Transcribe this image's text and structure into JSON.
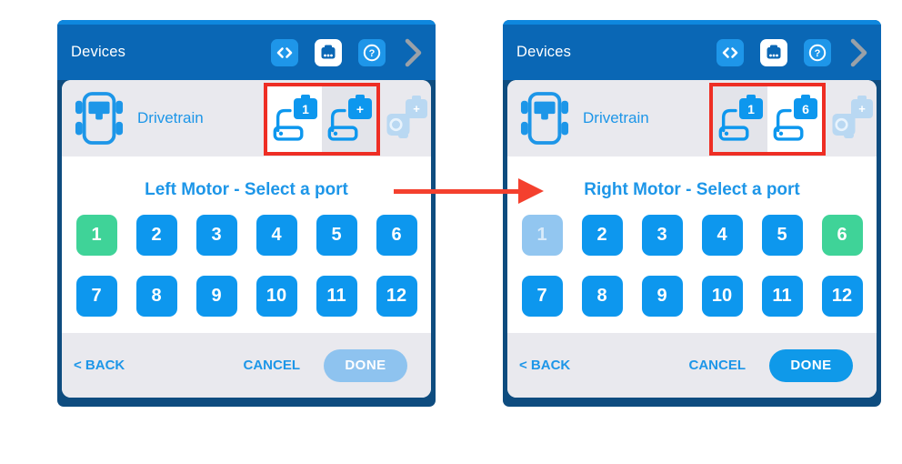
{
  "colors": {
    "accent_blue": "#1d96e8",
    "port_blue": "#0d97ee",
    "port_green": "#3fd398",
    "port_disabled": "#92c6f0",
    "header_blue": "#0a67b5",
    "header_strip_blue": "#0e87de",
    "panel_border_navy": "#0e4c7f",
    "row_gray": "#e9e9ee",
    "highlight_red": "#ee2e24",
    "arrow_red": "#f4402e",
    "done_disabled_blue": "#8ec3ef",
    "chevron_gray": "#9aa1a8"
  },
  "header_icons": [
    "code-icon",
    "brain-port-icon",
    "help-icon",
    "chevron-right-icon"
  ],
  "panels": [
    {
      "header_title": "Devices",
      "device_label": "Drivetrain",
      "tabs": [
        {
          "badge": "1",
          "selected": true
        },
        {
          "badge": "+",
          "selected": false
        }
      ],
      "gyro_badge": "+",
      "title": "Left Motor - Select a port",
      "ports": [
        {
          "label": "1",
          "state": "green"
        },
        {
          "label": "2",
          "state": "blue"
        },
        {
          "label": "3",
          "state": "blue"
        },
        {
          "label": "4",
          "state": "blue"
        },
        {
          "label": "5",
          "state": "blue"
        },
        {
          "label": "6",
          "state": "blue"
        },
        {
          "label": "7",
          "state": "blue"
        },
        {
          "label": "8",
          "state": "blue"
        },
        {
          "label": "9",
          "state": "blue"
        },
        {
          "label": "10",
          "state": "blue"
        },
        {
          "label": "11",
          "state": "blue"
        },
        {
          "label": "12",
          "state": "blue"
        }
      ],
      "footer": {
        "back": "< BACK",
        "cancel": "CANCEL",
        "done": "DONE",
        "done_enabled": false
      }
    },
    {
      "header_title": "Devices",
      "device_label": "Drivetrain",
      "tabs": [
        {
          "badge": "1",
          "selected": false
        },
        {
          "badge": "6",
          "selected": true
        }
      ],
      "gyro_badge": "+",
      "title": "Right Motor - Select a port",
      "ports": [
        {
          "label": "1",
          "state": "disabled"
        },
        {
          "label": "2",
          "state": "blue"
        },
        {
          "label": "3",
          "state": "blue"
        },
        {
          "label": "4",
          "state": "blue"
        },
        {
          "label": "5",
          "state": "blue"
        },
        {
          "label": "6",
          "state": "green"
        },
        {
          "label": "7",
          "state": "blue"
        },
        {
          "label": "8",
          "state": "blue"
        },
        {
          "label": "9",
          "state": "blue"
        },
        {
          "label": "10",
          "state": "blue"
        },
        {
          "label": "11",
          "state": "blue"
        },
        {
          "label": "12",
          "state": "blue"
        }
      ],
      "footer": {
        "back": "< BACK",
        "cancel": "CANCEL",
        "done": "DONE",
        "done_enabled": true
      }
    }
  ]
}
